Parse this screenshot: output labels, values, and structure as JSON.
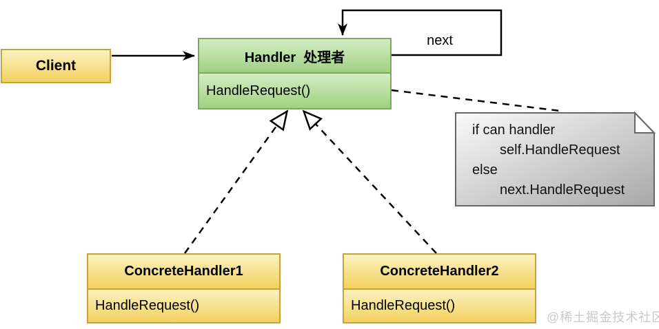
{
  "diagram": {
    "client": {
      "title": "Client"
    },
    "handler": {
      "title": "Handler  处理者",
      "method": "HandleRequest()"
    },
    "concrete1": {
      "title": "ConcreteHandler1",
      "method": "HandleRequest()"
    },
    "concrete2": {
      "title": "ConcreteHandler2",
      "method": "HandleRequest()"
    },
    "loop_label": "next",
    "note": {
      "lines": [
        "if can handler",
        "self.HandleRequest",
        "else",
        "next.HandleRequest"
      ]
    },
    "watermark": "@稀土掘金技术社区",
    "colors": {
      "yellow_top": "#fcf2c0",
      "yellow_bottom": "#f2d15f",
      "yellow_border": "#c7a238",
      "green_top": "#d4ecc4",
      "green_bottom": "#9fd182",
      "green_border": "#78a95c",
      "note_top": "#fafafa",
      "note_bottom": "#a8a8a8",
      "note_border": "#666666",
      "note_fold": "#fdfdfd",
      "line": "#000000",
      "watermark_color": "#c8c8c8"
    }
  }
}
